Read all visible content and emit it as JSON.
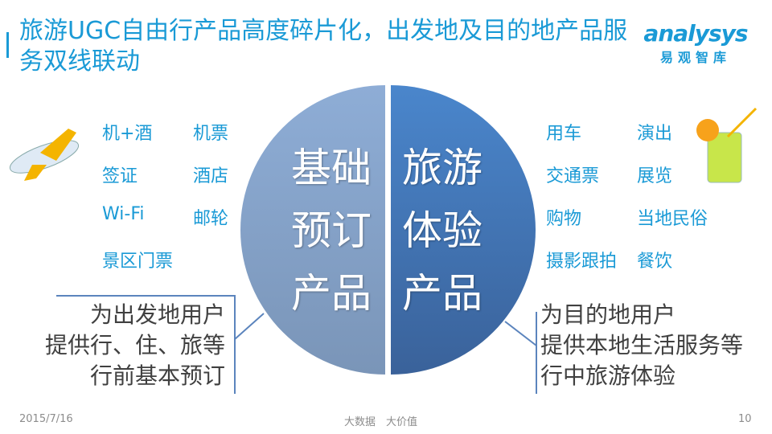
{
  "title": "旅游UGC自由行产品高度碎片化，出发地及目的地产品服务双线联动",
  "logo": {
    "en": "analysys",
    "cn": "易观智库"
  },
  "left_items": [
    "机+酒",
    "机票",
    "签证",
    "酒店",
    "Wi-Fi",
    "邮轮",
    "景区门票"
  ],
  "right_items": [
    "用车",
    "演出",
    "交通票",
    "展览",
    "购物",
    "当地民俗",
    "摄影跟拍",
    "餐饮"
  ],
  "circle": {
    "left": [
      "基础",
      "预订",
      "产品"
    ],
    "right": [
      "旅游",
      "体验",
      "产品"
    ],
    "left_color": "#7f9cc4",
    "right_color": "#3f6fae"
  },
  "left_callout": [
    "为出发地用户",
    "提供行、住、旅等",
    "行前基本预订"
  ],
  "right_callout": [
    "为目的地用户",
    "提供本地生活服务等",
    "行中旅游体验"
  ],
  "footer": {
    "date": "2015/7/16",
    "slogan": "大数据　大价值",
    "page": "10"
  }
}
